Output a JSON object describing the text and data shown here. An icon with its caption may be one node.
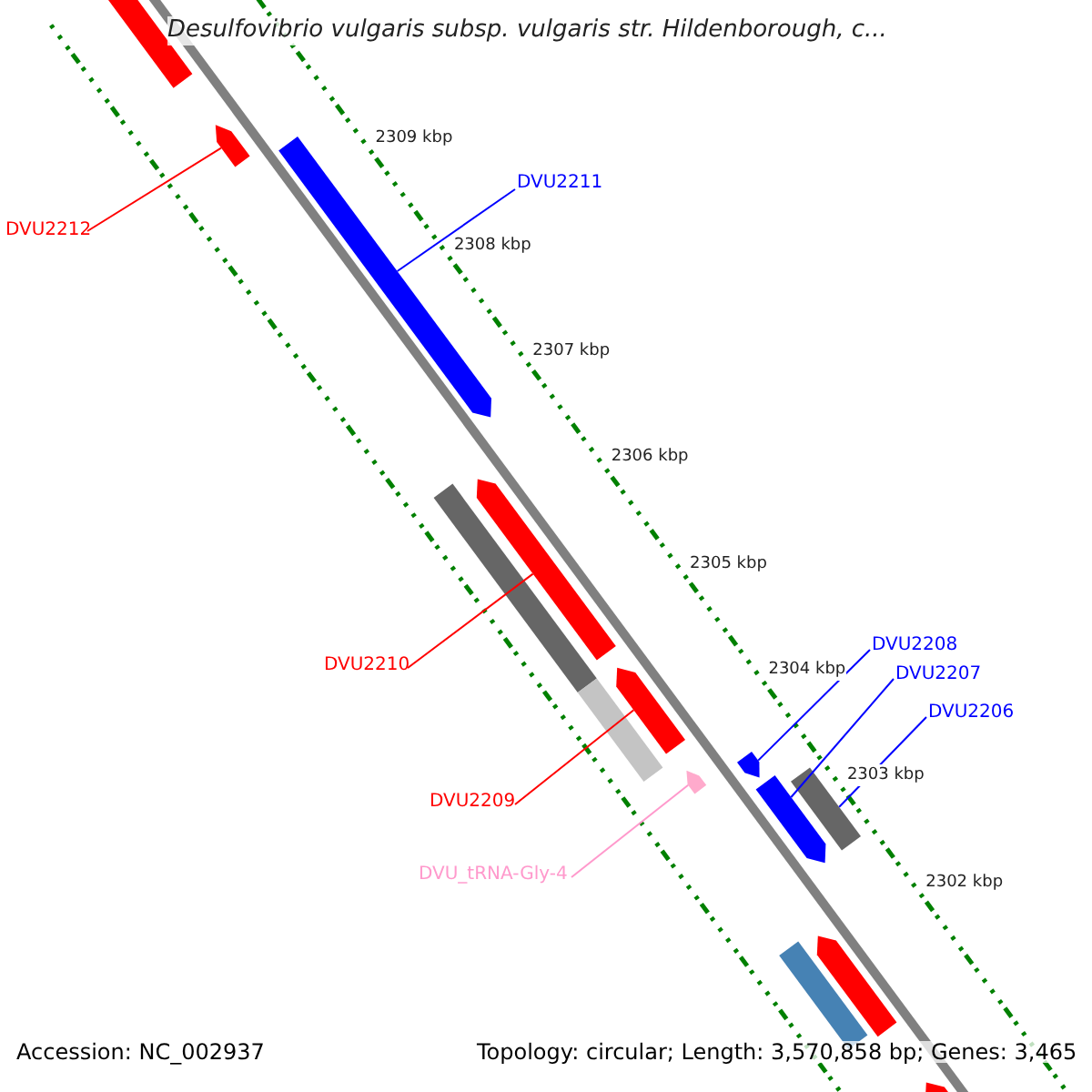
{
  "diagram": {
    "title": "Desulfovibrio vulgaris subsp. vulgaris str. Hildenborough, c...",
    "nodes": [
      {
        "text": [
          "DVU2212"
        ]
      },
      {
        "text": [],
        "shape": "arrow"
      },
      {
        "text": [
          "DVU2211"
        ]
      },
      {
        "text": [],
        "shape": "arrow"
      },
      {
        "text": [
          "DVU2210"
        ]
      },
      {
        "text": [],
        "shape": "arrow"
      },
      {
        "text": [
          "DVU2209"
        ]
      },
      {
        "text": [],
        "shape": "arrow"
      },
      {
        "text": [
          "DVU_tRNA-Gly-4"
        ]
      },
      {
        "text": [],
        "shape": "arrow"
      },
      {
        "text": [
          "DVU2208"
        ]
      },
      {
        "text": [],
        "shape": "arrow"
      },
      {
        "text": [
          "DVU2207"
        ]
      },
      {
        "text": [],
        "shape": "arrow"
      },
      {
        "text": [
          "DVU2206"
        ]
      },
      {
        "text": [],
        "shape": "bar"
      },
      {
        "text": [],
        "shape": "arrow"
      },
      {
        "text": [],
        "shape": "bar"
      },
      {
        "text": [],
        "shape": "bar"
      },
      {
        "text": [],
        "shape": "bar"
      },
      {
        "text": [],
        "shape": "arrow"
      },
      {
        "text": [],
        "shape": "arrow"
      }
    ],
    "edges": [
      {
        "from": 0,
        "to": 1,
        "arrow": "none",
        "color": "#ff0000"
      },
      {
        "from": 2,
        "to": 3,
        "arrow": "none"
      },
      {
        "from": 4,
        "to": 5,
        "arrow": "none",
        "color": "#ff0000"
      },
      {
        "from": 6,
        "to": 7,
        "arrow": "none",
        "color": "#ff0000"
      },
      {
        "from": 8,
        "to": 9,
        "arrow": "none",
        "color": "#ff99cc"
      },
      {
        "from": 10,
        "to": 11,
        "arrow": "none"
      },
      {
        "from": 12,
        "to": 13,
        "arrow": "none"
      },
      {
        "from": 14,
        "to": 15,
        "arrow": "none"
      }
    ],
    "labels": [
      "2309 kbp",
      "2308 kbp",
      "2307 kbp",
      "2306 kbp",
      "2305 kbp",
      "2304 kbp",
      "2303 kbp",
      "2302 kbp",
      "Accession: NC_002937",
      "Topology: circular; Length: 3,570,858 bp; Genes: 3,465"
    ]
  }
}
